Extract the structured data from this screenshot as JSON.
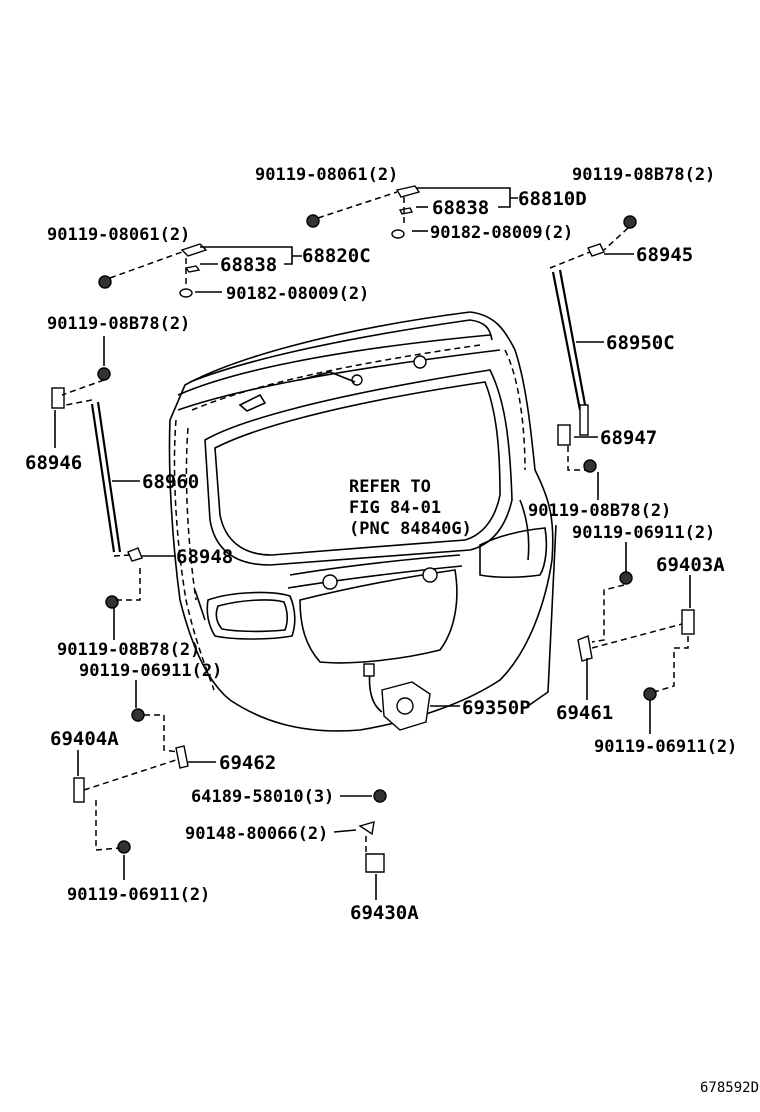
{
  "labels": {
    "bolt_tr": "90119-08061(2)",
    "bolt_tr2": "90119-08B78(2)",
    "hinge_r": "68810D",
    "gasket_r": "68838",
    "nut_r": "90182-08009(2)",
    "bolt_tl": "90119-08061(2)",
    "hinge_l": "68820C",
    "gasket_l": "68838",
    "nut_l": "90182-08009(2)",
    "bracket_r_top": "68945",
    "strut_r": "68950C",
    "bolt_l_strut": "90119-08B78(2)",
    "bracket_l_top": "68946",
    "strut_l": "68960",
    "bracket_r_bot": "68947",
    "bolt_r_strut_bot": "90119-08B78(2)",
    "refer_line1": "REFER TO",
    "refer_line2": "FIG 84-01",
    "refer_line3": "(PNC 84840G)",
    "bracket_l_bot": "68948",
    "bolt_r_stop": "90119-06911(2)",
    "stopper_r": "69403A",
    "bolt_l_strut_bot": "90119-08B78(2)",
    "bolt_l_stop": "90119-06911(2)",
    "lock": "69350P",
    "bracket_r_stop": "69461",
    "stopper_l": "69404A",
    "bracket_l_stop": "69462",
    "bolt_r_stop2": "90119-06911(2)",
    "lock_bolt": "64189-58010(3)",
    "striker_screw": "90148-80066(2)",
    "bolt_l_stop2": "90119-06911(2)",
    "striker": "69430A",
    "diagram_id": "678592D"
  }
}
